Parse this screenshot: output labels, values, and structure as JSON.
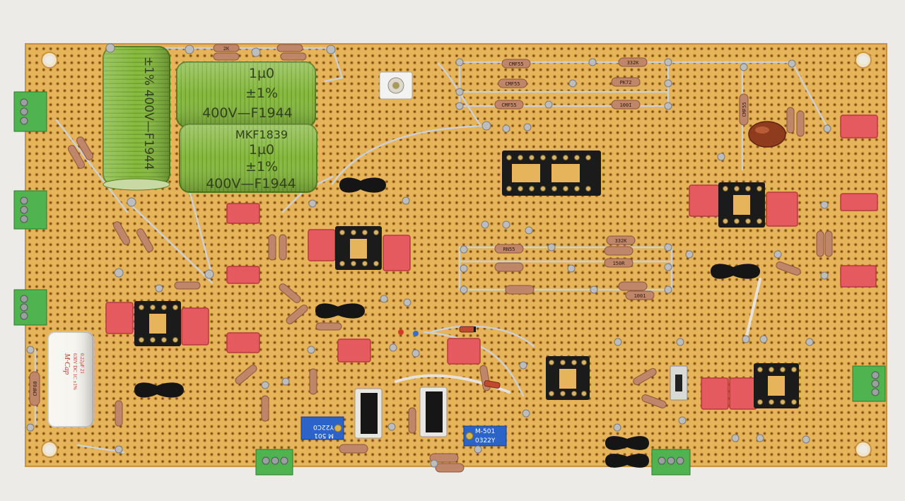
{
  "colors": {
    "background": "#ecebe8",
    "board": "#e6b45a",
    "hole": "#7a5418",
    "film_cap": "#7fb23a",
    "red_cap": "#e45a5e",
    "terminal": "#4fb34f",
    "resistor": "#c0866a",
    "socket": "#1b1b1b",
    "trimmer": "#2c63c9",
    "ferrite": "#151515",
    "wire": "#c9c9c9"
  },
  "film_caps": {
    "horizontal_1": {
      "line1": "1µ0",
      "line2": "±1%",
      "line3": "400V—F1944"
    },
    "horizontal_2": {
      "line0": "MKF1839",
      "line1": "1µ0",
      "line2": "±1%",
      "line3": "400V—F1944"
    },
    "vertical": {
      "text": "±1%  400V—F1944"
    }
  },
  "mcap": {
    "brand": "M·Cap",
    "rating": "630V DC 1C ±1%",
    "value": "0.22µF 21"
  },
  "resistor_codes": [
    "CMF55",
    "CMF55",
    "CMF55",
    "332K",
    "PK72",
    "100I",
    "CMF60",
    "RN55",
    "CMF55",
    "332K",
    "150R",
    "1001"
  ],
  "trimmers": [
    {
      "code": "Y22C0",
      "model": "M 501"
    },
    {
      "code": "M-501",
      "model": "0322Y"
    }
  ],
  "sockets": [
    {
      "name": "ic-socket-16-top",
      "pins": 16
    },
    {
      "name": "ic-socket-8-right-top",
      "pins": 8
    },
    {
      "name": "ic-socket-8-mid",
      "pins": 8
    },
    {
      "name": "ic-socket-8-left",
      "pins": 8
    },
    {
      "name": "ic-socket-8-bottom-mid",
      "pins": 8
    },
    {
      "name": "ic-socket-8-bottom-right",
      "pins": 8
    }
  ]
}
